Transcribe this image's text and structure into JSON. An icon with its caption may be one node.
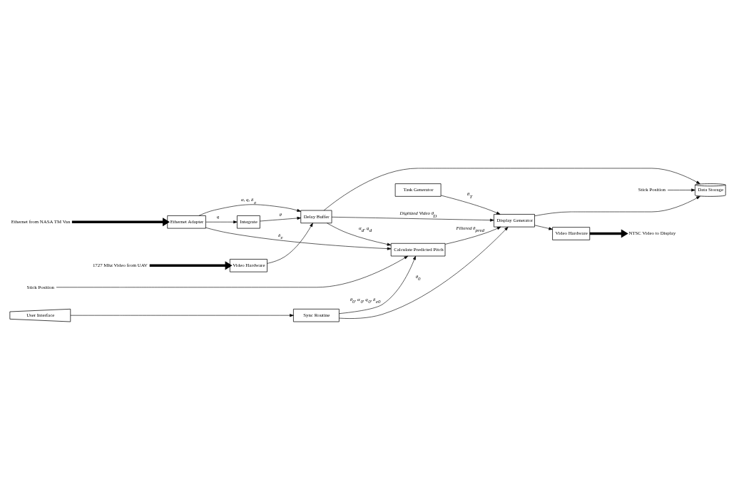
{
  "diagram": {
    "nodes": [
      {
        "text": [
          "Ethernet from NASA TM Van"
        ]
      },
      {
        "text": [
          "Ethernet Adapter"
        ]
      },
      {
        "text": [
          "Integrate"
        ]
      },
      {
        "text": [
          "Delay Buffer"
        ]
      },
      {
        "text": [
          "Video Hardware"
        ]
      },
      {
        "text": [
          "1727 Mhz Video from UAV"
        ]
      },
      {
        "text": [
          "Calculate Predicted Pitch"
        ]
      },
      {
        "text": [
          "Stick Position"
        ]
      },
      {
        "text": [
          "Data Storage"
        ]
      },
      {
        "text": [
          "Stick Position"
        ]
      },
      {
        "text": [
          "User Interface"
        ]
      },
      {
        "text": [
          "Sync Routine"
        ]
      },
      {
        "text": [
          "Task Generator"
        ]
      },
      {
        "text": [
          "Display Generator"
        ]
      },
      {
        "text": [
          "Video Hardware"
        ]
      },
      {
        "text": [
          "NTSC Video to Display"
        ]
      }
    ],
    "edges": [
      {
        "from": 0,
        "to": 1,
        "arrow": "to",
        "style": "thick"
      },
      {
        "from": 1,
        "to": 2,
        "arrow": "to",
        "label": "q"
      },
      {
        "from": 2,
        "to": 3,
        "arrow": "to",
        "label": "θ"
      },
      {
        "from": 1,
        "to": 3,
        "arrow": "to",
        "label": "α, q, δ$_{e}$"
      },
      {
        "from": 4,
        "to": 3,
        "arrow": "to"
      },
      {
        "from": 5,
        "to": 4,
        "arrow": "to",
        "style": "thick"
      },
      {
        "from": 1,
        "to": 6,
        "arrow": "to",
        "label": "δ$_{e}$"
      },
      {
        "from": 3,
        "to": 6,
        "arrow": "to",
        "label": "α$_{d}$, q$_{d}$"
      },
      {
        "from": 3,
        "to": 13,
        "arrow": "to",
        "label": "Digitized Video θ$_{D}$"
      },
      {
        "from": 3,
        "to": 8,
        "arrow": "to"
      },
      {
        "from": 7,
        "to": 6,
        "arrow": "to"
      },
      {
        "from": 9,
        "to": 8,
        "arrow": "to"
      },
      {
        "from": 6,
        "to": 13,
        "arrow": "to",
        "label": "Filtered θ$_{pred}$"
      },
      {
        "from": 11,
        "to": 6,
        "arrow": "to",
        "label": "θ$_{0}$, α$_{0}$, q$_{0}$, δ$_{e0}$"
      },
      {
        "from": 10,
        "to": 11,
        "arrow": "to"
      },
      {
        "from": 11,
        "to": 13,
        "arrow": "to",
        "label": "θ$_{0}$"
      },
      {
        "from": 12,
        "to": 13,
        "arrow": "to",
        "label": "θ$_{T}$"
      },
      {
        "from": 13,
        "to": 8,
        "arrow": "to"
      },
      {
        "from": 13,
        "to": 14,
        "arrow": "to"
      },
      {
        "from": 14,
        "to": 15,
        "arrow": "to",
        "style": "thick"
      }
    ]
  }
}
